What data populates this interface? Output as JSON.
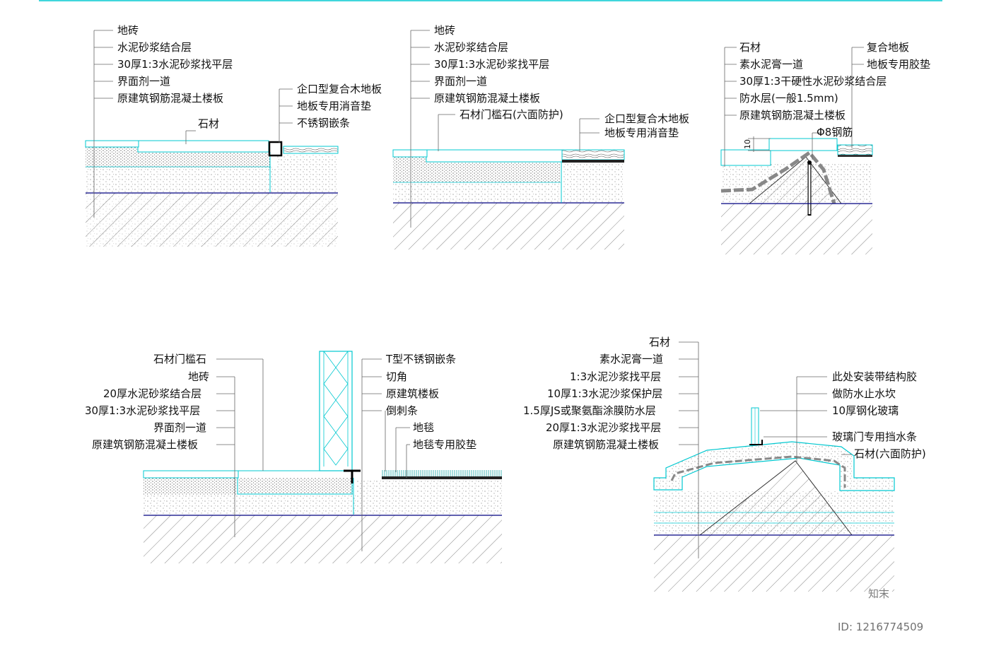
{
  "colors": {
    "accent": "#00c8d0",
    "line": "#111111",
    "slab": "#000080",
    "hatch": "#777777"
  },
  "details": [
    {
      "labels": [
        "地砖",
        "水泥砂浆结合层",
        "30厚1:3水泥砂浆找平层",
        "界面剂一道",
        "原建筑钢筋混凝土楼板"
      ],
      "right_labels": [
        "企口型复合木地板",
        "地板专用消音垫",
        "不锈钢嵌条"
      ],
      "callout": "石材"
    },
    {
      "labels": [
        "地砖",
        "水泥砂浆结合层",
        "30厚1:3水泥砂浆找平层",
        "界面剂一道",
        "原建筑钢筋混凝土楼板"
      ],
      "callout": "石材门槛石(六面防护)",
      "right_labels": [
        "企口型复合木地板",
        "地板专用消音垫"
      ]
    },
    {
      "labels": [
        "石材",
        "素水泥膏一道",
        "30厚1:3干硬性水泥砂浆结合层",
        "防水层(一般1.5mm)",
        "原建筑钢筋混凝土楼板"
      ],
      "right_labels": [
        "复合地板",
        "地板专用胶垫"
      ],
      "rebar": "Φ8钢筋",
      "dim": "10"
    },
    {
      "labels": [
        "石材门槛石",
        "地砖",
        "20厚水泥砂浆结合层",
        "30厚1:3水泥砂浆找平层",
        "界面剂一道",
        "原建筑钢筋混凝土楼板"
      ],
      "right_labels": [
        "T型不锈钢嵌条",
        "切角",
        "原建筑楼板",
        "倒刺条",
        "地毯",
        "地毯专用胶垫"
      ]
    },
    {
      "labels": [
        "石材",
        "素水泥膏一道",
        "1:3水泥沙浆找平层",
        "10厚1:3水泥沙浆保护层",
        "1.5厚JS或聚氨酯涂膜防水层",
        "20厚1:3水泥沙浆找平层",
        "原建筑钢筋混凝土楼板"
      ],
      "right_labels": [
        "此处安装带结构胶",
        "做防水止水坎",
        "10厚钢化玻璃",
        "玻璃门专用挡水条",
        "石材(六面防护)"
      ]
    }
  ],
  "watermark": {
    "logo": "知末",
    "id": "ID: 1216774509"
  }
}
